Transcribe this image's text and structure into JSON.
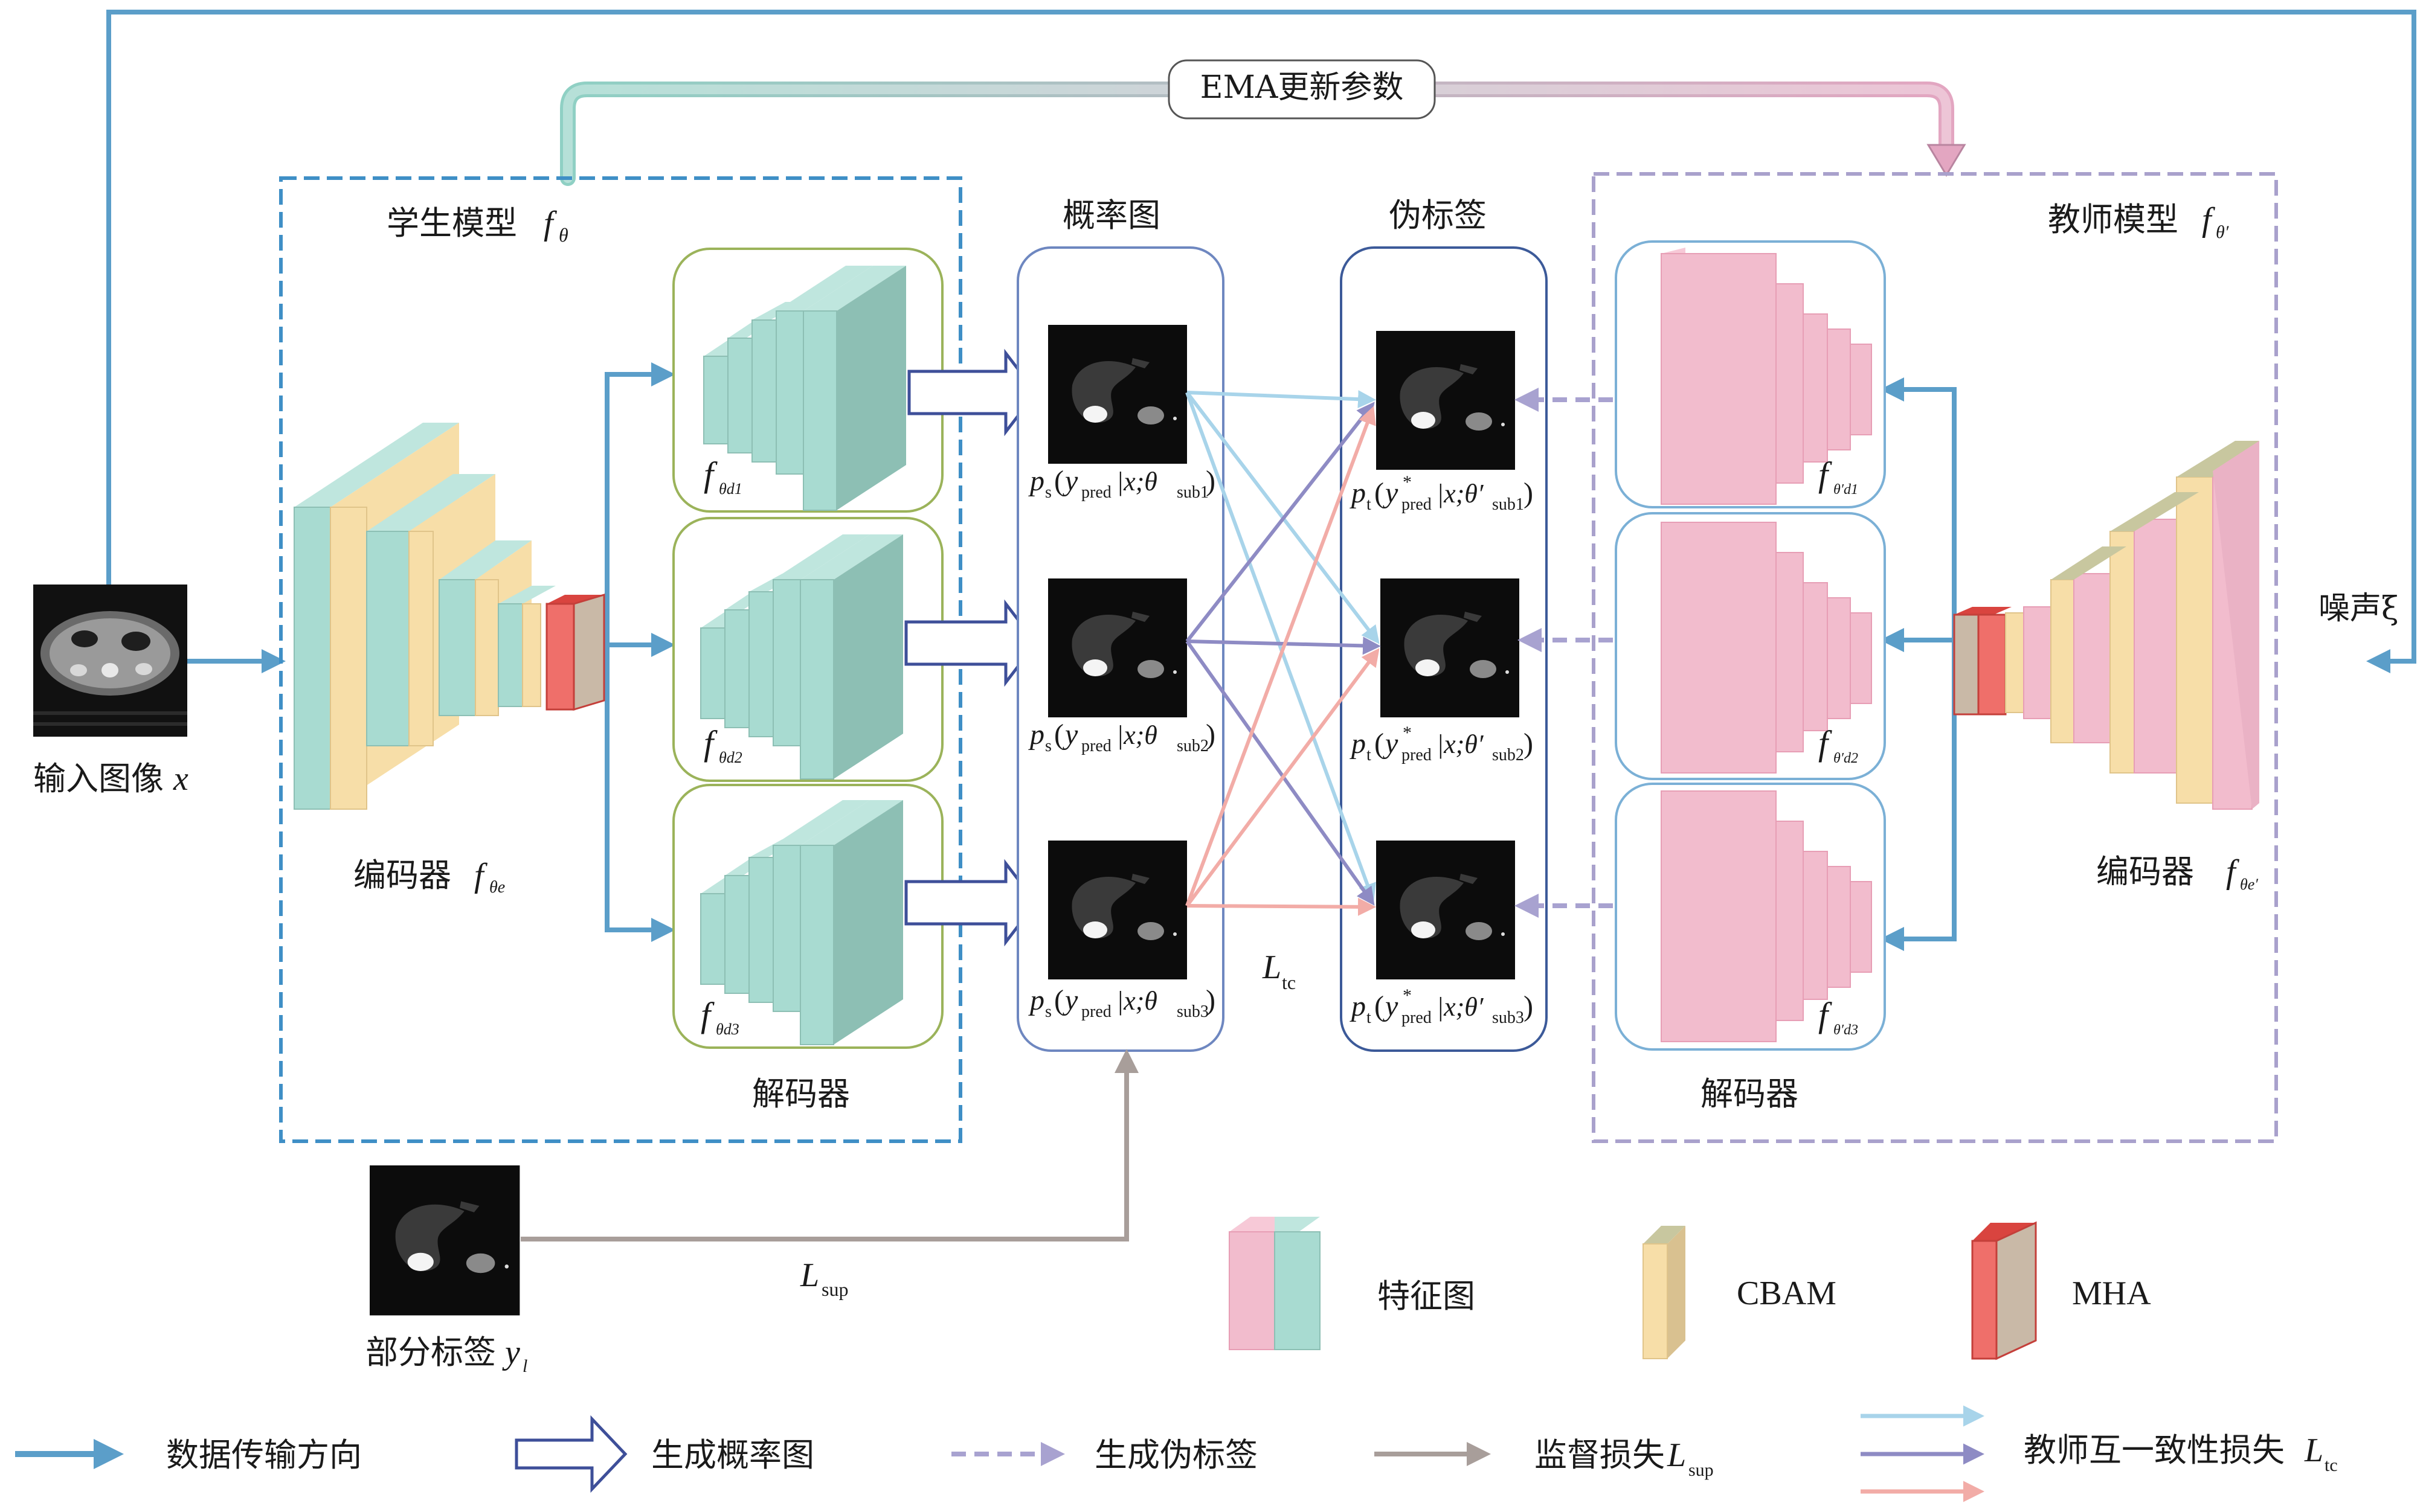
{
  "top_labels": {
    "ema_update": "EMA更新参数",
    "noise": "噪声ξ"
  },
  "student": {
    "title": "学生模型",
    "title_symbol": "f",
    "title_sub": "θ",
    "encoder_label": "编码器",
    "encoder_symbol": "f",
    "encoder_sub": "θe",
    "decoder_label": "解码器",
    "decoder_symbol": "f",
    "decoder_subs": [
      "θd1",
      "θd2",
      "θd3"
    ]
  },
  "teacher": {
    "title": "教师模型",
    "title_symbol": "f",
    "title_sub": "θ′",
    "encoder_label": "编码器",
    "encoder_symbol": "f",
    "encoder_sub": "θe′",
    "decoder_label": "解码器",
    "decoder_symbol": "f",
    "decoder_subs": [
      "θ′d1",
      "θ′d2",
      "θ′d3"
    ]
  },
  "input": {
    "label": "输入图像",
    "symbol": "x"
  },
  "partial_label": {
    "label": "部分标签",
    "symbol": "y",
    "sub": "l"
  },
  "prob_maps": {
    "title": "概率图",
    "items": [
      {
        "p": "p",
        "p_sub": "s",
        "y": "y",
        "y_sub": "pred",
        "mid": "|x;θ",
        "sub": "sub1",
        "close": ")"
      },
      {
        "p": "p",
        "p_sub": "s",
        "y": "y",
        "y_sub": "pred",
        "mid": "|x;θ",
        "sub": "sub2",
        "close": ")"
      },
      {
        "p": "p",
        "p_sub": "s",
        "y": "y",
        "y_sub": "pred",
        "mid": "|x;θ",
        "sub": "sub3",
        "close": ")"
      }
    ]
  },
  "pseudo_labels": {
    "title": "伪标签",
    "items": [
      {
        "p": "p",
        "p_sub": "t",
        "y": "y",
        "y_sup": "*",
        "y_sub": "pred",
        "mid": "|x;θ′",
        "sub": "sub1",
        "close": ")"
      },
      {
        "p": "p",
        "p_sub": "t",
        "y": "y",
        "y_sup": "*",
        "y_sub": "pred",
        "mid": "|x;θ′",
        "sub": "sub2",
        "close": ")"
      },
      {
        "p": "p",
        "p_sub": "t",
        "y": "y",
        "y_sup": "*",
        "y_sub": "pred",
        "mid": "|x;θ′",
        "sub": "sub3",
        "close": ")"
      }
    ]
  },
  "losses": {
    "ltc_symbol": "L",
    "ltc_sub": "tc",
    "lsup_symbol": "L",
    "lsup_sub": "sup"
  },
  "block_legend": {
    "feature_map": "特征图",
    "cbam": "CBAM",
    "mha": "MHA"
  },
  "arrow_legend": {
    "data_flow": "数据传输方向",
    "gen_prob": "生成概率图",
    "gen_pseudo": "生成伪标签",
    "sup_loss": "监督损失",
    "sup_loss_symbol": "L",
    "sup_loss_sub": "sup",
    "tc_loss": "教师互一致性损失",
    "tc_loss_symbol": "L",
    "tc_loss_sub": "tc"
  },
  "colors": {
    "data_flow": "#5b9ec9",
    "student_border": "#3f8fc6",
    "teacher_border": "#a9a1cc",
    "decoder_box_student": "#9bb35a",
    "decoder_box_teacher": "#7bb0d6",
    "prob_box": "#6e87c0",
    "pseudo_box": "#3c5a99",
    "gen_prob_arrow": "#3e4f99",
    "pseudo_arrow": "#a8a2d0",
    "sup_arrow": "#a89e9a",
    "tc_light_blue": "#a8d4ea",
    "tc_purple": "#8e8bc4",
    "tc_pink": "#f2aca7",
    "teal_face": "#a8dbd1",
    "teal_side": "#8dbfb4",
    "teal_top": "#bfe6de",
    "pink_face": "#f2bccd",
    "pink_side": "#e79eb5",
    "cbam_face": "#f7dea8",
    "mha_face": "#ef6f6a"
  }
}
